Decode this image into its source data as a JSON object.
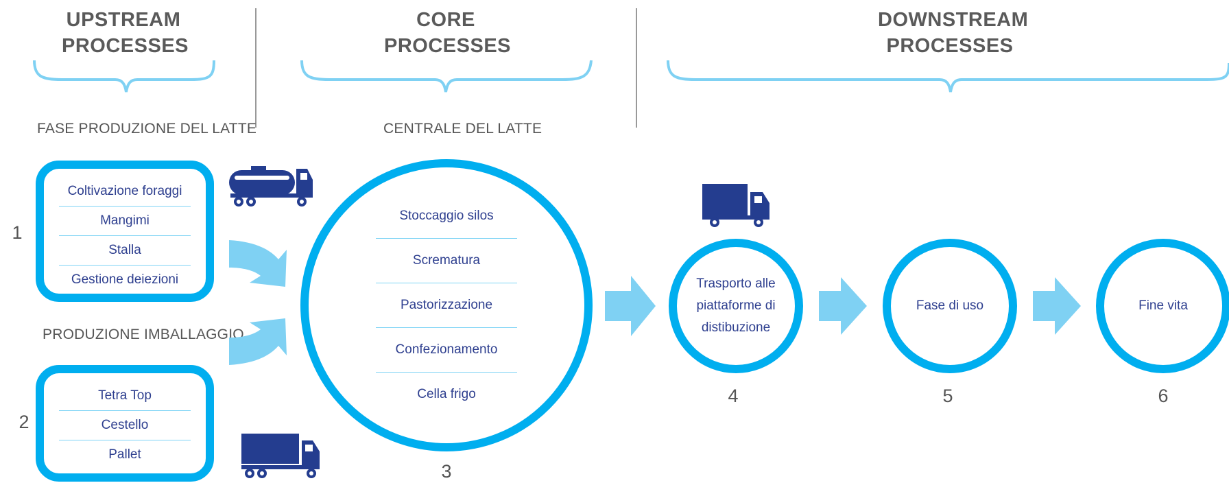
{
  "phases": {
    "upstream": "UPSTREAM PROCESSES",
    "core": "CORE PROCESSES",
    "downstream": "DOWNSTREAM PROCESSES"
  },
  "subheads": {
    "milk": "FASE PRODUZIONE DEL LATTE",
    "packaging": "PRODUZIONE IMBALLAGGIO",
    "central": "CENTRALE DEL LATTE"
  },
  "box1": {
    "number": "1",
    "items": [
      "Coltivazione foraggi",
      "Mangimi",
      "Stalla",
      "Gestione deiezioni"
    ]
  },
  "box2": {
    "number": "2",
    "items": [
      "Tetra Top",
      "Cestello",
      "Pallet"
    ]
  },
  "core_circle": {
    "number": "3",
    "items": [
      "Stoccaggio silos",
      "Scrematura",
      "Pastorizzazione",
      "Confezionamento",
      "Cella frigo"
    ]
  },
  "stages": [
    {
      "number": "4",
      "label": "Trasporto alle piattaforme di distibuzione"
    },
    {
      "number": "5",
      "label": "Fase di uso"
    },
    {
      "number": "6",
      "label": "Fine vita"
    }
  ],
  "colors": {
    "ring": "#00aeef",
    "arrow": "#7fd1f3",
    "truck": "#243d8f",
    "brace": "#7fd1f3",
    "text": "#2e3f8f"
  },
  "icons": [
    "tanker-truck-icon",
    "box-truck-icon"
  ]
}
